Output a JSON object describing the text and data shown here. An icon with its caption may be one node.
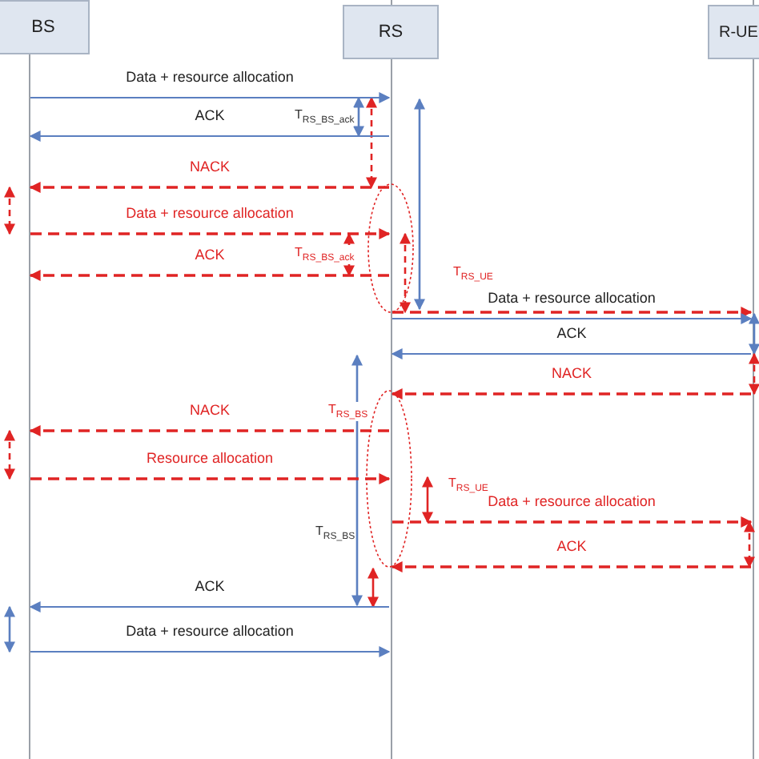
{
  "diagram": {
    "nodes": [
      {
        "text": [
          "BS"
        ]
      },
      {
        "text": [
          "RS"
        ]
      },
      {
        "text": [
          "R-UE"
        ]
      }
    ],
    "edges": [
      {
        "from": 0,
        "to": 1,
        "arrow": "to",
        "label": "Data + resource allocation",
        "color": "#5b7fc0"
      },
      {
        "from": 1,
        "to": 0,
        "arrow": "to",
        "label": "ACK",
        "color": "#5b7fc0"
      },
      {
        "from": 1,
        "to": 0,
        "arrow": "to",
        "label": "NACK",
        "style": "dashed"
      },
      {
        "from": 0,
        "to": 1,
        "arrow": "to",
        "label": "Data + resource allocation",
        "style": "dashed"
      },
      {
        "from": 1,
        "to": 0,
        "arrow": "to",
        "label": "ACK",
        "style": "dashed"
      },
      {
        "from": 1,
        "to": 2,
        "arrow": "to",
        "style": "dashed"
      },
      {
        "from": 1,
        "to": 2,
        "arrow": "to",
        "label": "Data + resource allocation",
        "color": "#5b7fc0"
      },
      {
        "from": 2,
        "to": 1,
        "arrow": "to",
        "label": "ACK",
        "color": "#5b7fc0"
      },
      {
        "from": 2,
        "to": 1,
        "arrow": "to",
        "label": "NACK",
        "style": "dashed"
      },
      {
        "from": 1,
        "to": 0,
        "arrow": "to",
        "label": "NACK",
        "style": "dashed"
      },
      {
        "from": 0,
        "to": 1,
        "arrow": "to",
        "label": "Resource allocation",
        "style": "dashed"
      },
      {
        "from": 1,
        "to": 2,
        "arrow": "to",
        "label": "Data + resource allocation",
        "style": "dashed"
      },
      {
        "from": 2,
        "to": 1,
        "arrow": "to",
        "label": "ACK",
        "style": "dashed"
      },
      {
        "from": 1,
        "to": 0,
        "arrow": "to",
        "label": "ACK",
        "color": "#5b7fc0"
      },
      {
        "from": 0,
        "to": 1,
        "arrow": "to",
        "label": "Data + resource allocation",
        "color": "#5b7fc0"
      }
    ],
    "labels": [
      "T$_{RS_BS_ack}$",
      "T$_{RS_BS_ack}$",
      "T$_{RS_UE}$",
      "T$_{RS_BS}$",
      "T$_{RS_BS}$",
      "T$_{RS_UE}$"
    ]
  }
}
